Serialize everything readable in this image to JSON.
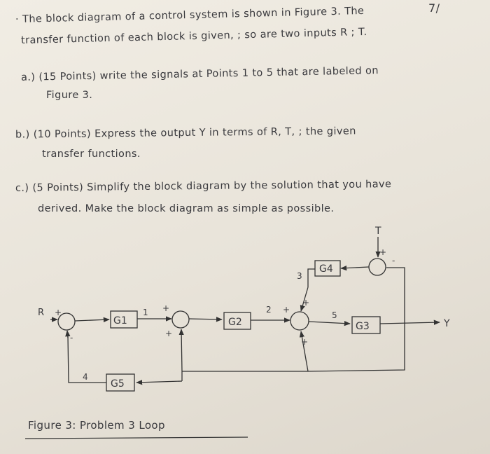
{
  "page": {
    "page_number": "7/",
    "intro_line1": "· The block diagram of a control system is shown in Figure 3. The",
    "intro_line2": "transfer function of each block is given, ; so are two inputs R ; T.",
    "qa_line1": "a.) (15 Points) write the signals at Points 1 to 5 that are labeled on",
    "qa_line2": "Figure 3.",
    "qb_line1": "b.) (10 Points) Express the output Y in terms of R, T, ; the given",
    "qb_line2": "transfer functions.",
    "qc_line1": "c.) (5 Points) Simplify the block diagram by the solution that you have",
    "qc_line2": "derived. Make the block diagram as simple as possible.",
    "caption": "Figure 3: Problem 3 Loop"
  },
  "diagram": {
    "blocks": {
      "g1": "G1",
      "g2": "G2",
      "g3": "G3",
      "g4": "G4",
      "g5": "G5"
    },
    "inputs": {
      "r": "R",
      "t": "T"
    },
    "output": "Y",
    "signals": {
      "s1": "1",
      "s2": "2",
      "s3": "3",
      "s4": "4",
      "s5": "5"
    },
    "signs": {
      "plus": "+",
      "minus": "-"
    }
  }
}
